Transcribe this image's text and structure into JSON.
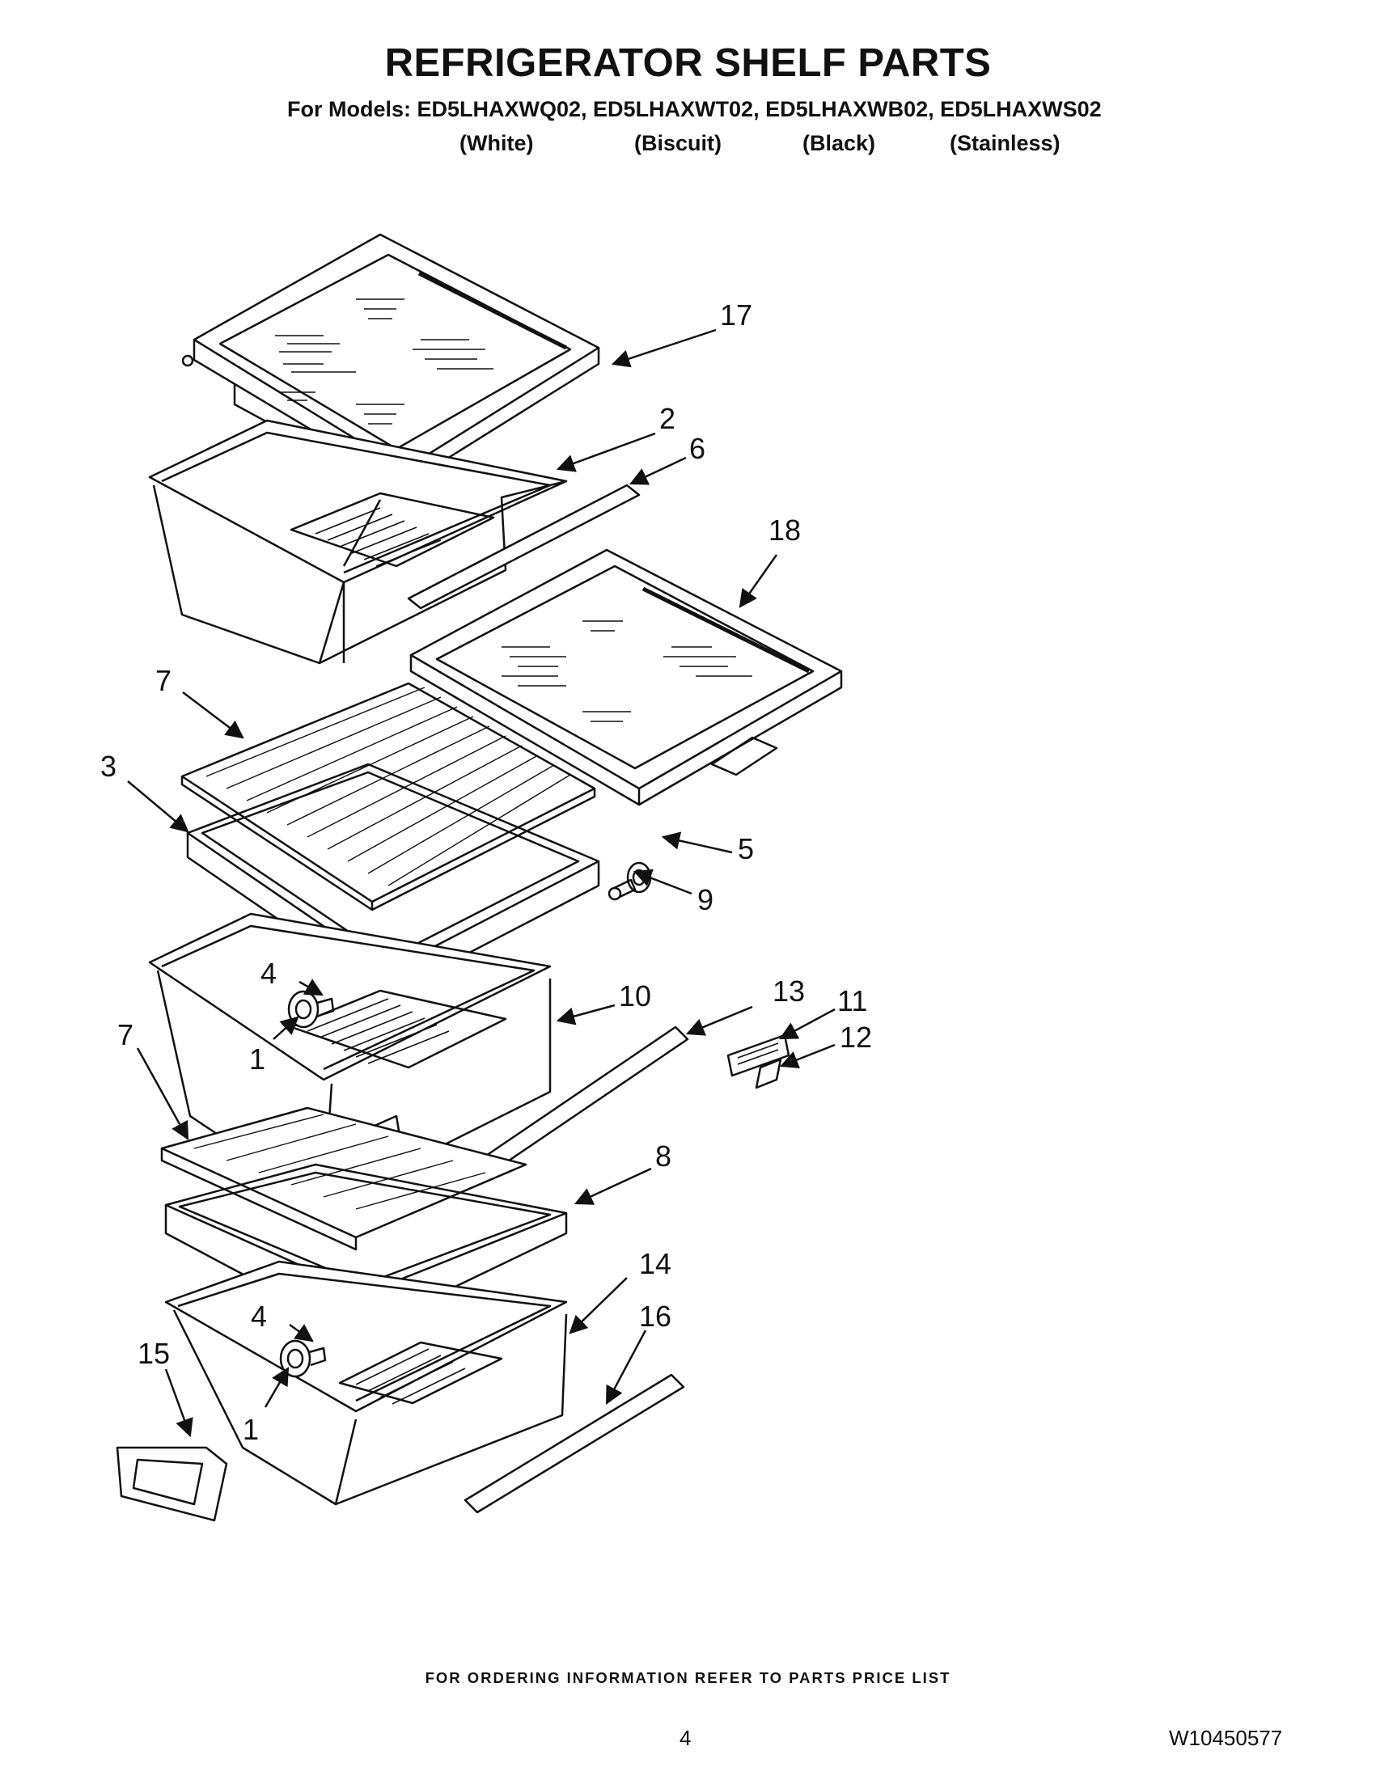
{
  "title": "REFRIGERATOR SHELF PARTS",
  "models_line": "For Models: ED5LHAXWQ02, ED5LHAXWT02, ED5LHAXWB02, ED5LHAXWS02",
  "variants": [
    "(White)",
    "(Biscuit)",
    "(Black)",
    "(Stainless)"
  ],
  "callouts": {
    "c17": "17",
    "c2": "2",
    "c6": "6",
    "c18": "18",
    "c7a": "7",
    "c3": "3",
    "c5": "5",
    "c9": "9",
    "c4a": "4",
    "c1a": "1",
    "c10": "10",
    "c13": "13",
    "c11": "11",
    "c12": "12",
    "c7b": "7",
    "c8": "8",
    "c14": "14",
    "c16": "16",
    "c4b": "4",
    "c15": "15",
    "c1b": "1"
  },
  "footer": "FOR ORDERING INFORMATION REFER TO PARTS PRICE LIST",
  "page_number": "4",
  "document_number": "W10450577"
}
